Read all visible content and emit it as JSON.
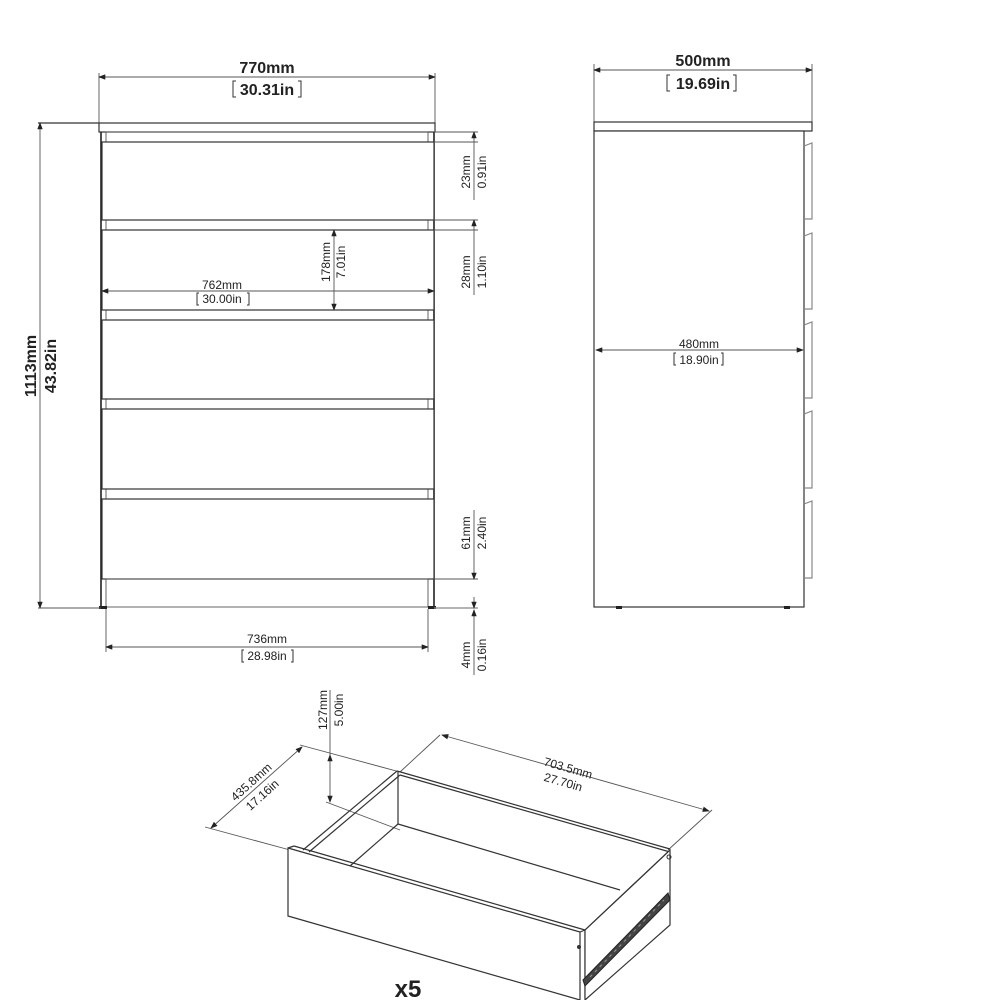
{
  "front_view": {
    "width": {
      "mm": "770mm",
      "in": "30.31in"
    },
    "height": {
      "mm": "1113mm",
      "in": "43.82in"
    },
    "drawer_front_width": {
      "mm": "762mm",
      "in": "30.00in"
    },
    "drawer_front_height": {
      "mm": "178mm",
      "in": "7.01in"
    },
    "top_gap": {
      "mm": "23mm",
      "in": "0.91in"
    },
    "drawer_gap": {
      "mm": "28mm",
      "in": "1.10in"
    },
    "plinth_height": {
      "mm": "61mm",
      "in": "2.40in"
    },
    "foot_height": {
      "mm": "4mm",
      "in": "0.16in"
    },
    "base_width": {
      "mm": "736mm",
      "in": "28.98in"
    },
    "drawer_count": 5
  },
  "side_view": {
    "depth": {
      "mm": "500mm",
      "in": "19.69in"
    },
    "inner_depth": {
      "mm": "480mm",
      "in": "18.90in"
    }
  },
  "drawer_view": {
    "height": {
      "mm": "127mm",
      "in": "5.00in"
    },
    "depth": {
      "mm": "435.8mm",
      "in": "17.16in"
    },
    "width": {
      "mm": "703.5mm",
      "in": "27.70in"
    },
    "quantity": "x5"
  },
  "colors": {
    "line": "#333333",
    "background": "#ffffff"
  }
}
